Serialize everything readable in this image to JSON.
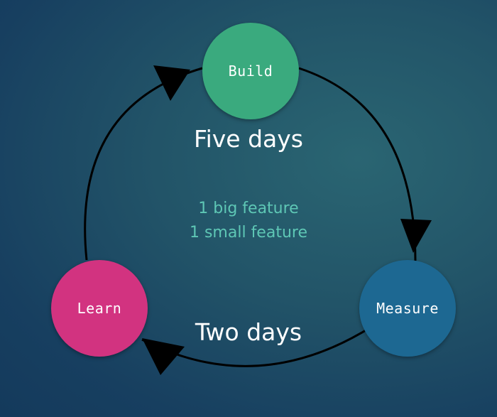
{
  "colors": {
    "background": "#1e4f64",
    "build": "#3aaa7e",
    "measure": "#1d6892",
    "learn": "#d23380",
    "features": "#5ec7b5",
    "arrow": "#000000"
  },
  "nodes": {
    "build": "Build",
    "measure": "Measure",
    "learn": "Learn"
  },
  "labels": {
    "five_days": "Five days",
    "two_days": "Two days"
  },
  "features": [
    "1 big feature",
    "1 small feature"
  ]
}
